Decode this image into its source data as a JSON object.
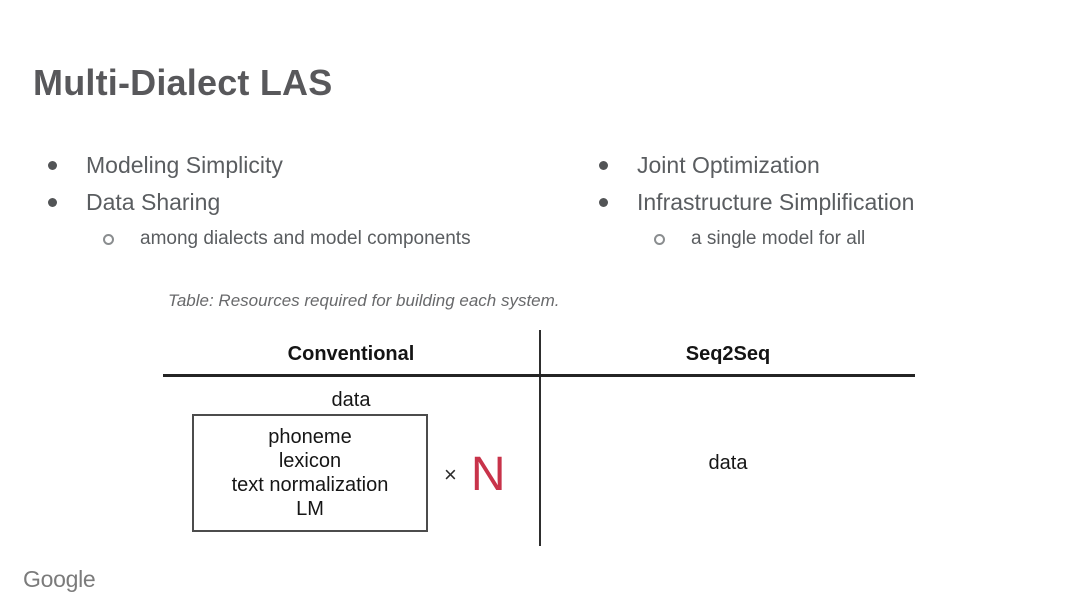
{
  "slide": {
    "title": "Multi-Dialect LAS",
    "bullets": {
      "left": [
        {
          "label": "Modeling Simplicity"
        },
        {
          "label": "Data Sharing",
          "sub": "among dialects and model components"
        }
      ],
      "right": [
        {
          "label": "Joint Optimization"
        },
        {
          "label": "Infrastructure Simplification",
          "sub": "a single model for all"
        }
      ]
    },
    "table": {
      "caption": "Table: Resources required for building each system.",
      "columns": [
        "Conventional",
        "Seq2Seq"
      ],
      "conventional": {
        "data_label": "data",
        "box_items": [
          "phoneme",
          "lexicon",
          "text normalization",
          "LM"
        ],
        "multiplier_sign": "×",
        "multiplier_value": "N"
      },
      "seq2seq": {
        "data_label": "data"
      }
    },
    "footer": {
      "logo": "Google"
    },
    "colors": {
      "multiplier_red": "#c8334a",
      "title_gray": "#58585b",
      "body_gray": "#5a5d60",
      "table_black": "#161616"
    }
  }
}
